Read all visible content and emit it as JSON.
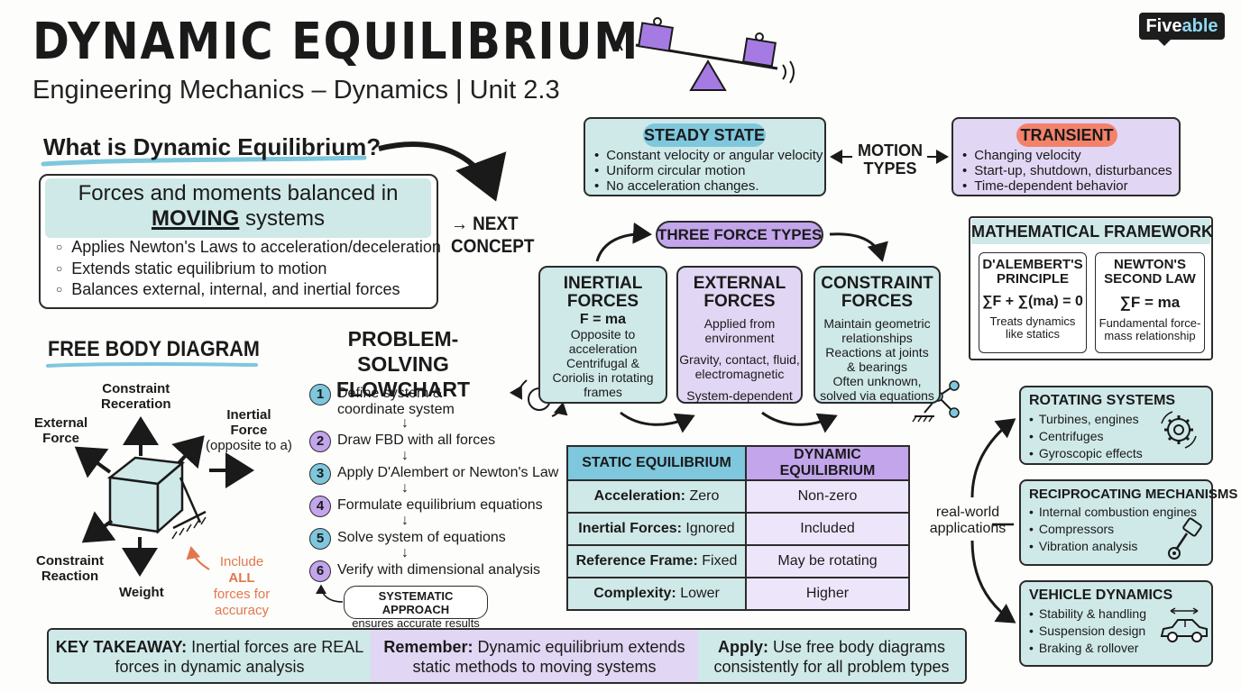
{
  "header": {
    "title": "DYNAMIC EQUILIBRIUM",
    "subtitle": "Engineering Mechanics – Dynamics | Unit 2.3",
    "logo_part1": "Five",
    "logo_part2": "able"
  },
  "what_is": {
    "heading": "What is Dynamic Equilibrium?",
    "line1": "Forces and moments balanced in",
    "line2_bold": "MOVING",
    "line2_rest": " systems",
    "bullets": [
      "Applies Newton's Laws to acceleration/deceleration",
      "Extends static equilibrium to motion",
      "Balances external, internal, and inertial forces"
    ]
  },
  "next_concept": {
    "line1": "→ NEXT",
    "line2": "CONCEPT"
  },
  "motion": {
    "label_line1": "MOTION",
    "label_line2": "TYPES",
    "steady": {
      "title": "STEADY STATE",
      "items": [
        "Constant velocity or angular velocity",
        "Uniform circular motion",
        "No acceleration changes."
      ]
    },
    "transient": {
      "title": "TRANSIENT",
      "items": [
        "Changing velocity",
        "Start-up, shutdown, disturbances",
        "Time-dependent behavior"
      ]
    }
  },
  "force_types": {
    "heading": "THREE FORCE TYPES",
    "inertial": {
      "title1": "INERTIAL",
      "title2": "FORCES",
      "eq": "F = ma",
      "l1": "Opposite to",
      "l2": "acceleration",
      "l3": "Centrifugal &",
      "l4": "Coriolis in rotating",
      "l5": "frames"
    },
    "external": {
      "title1": "EXTERNAL",
      "title2": "FORCES",
      "l1": "Applied from",
      "l2": "environment",
      "l3": "Gravity, contact, fluid,",
      "l4": "electromagnetic",
      "l5": "System-dependent"
    },
    "constraint": {
      "title1": "CONSTRAINT",
      "title2": "FORCES",
      "l1": "Maintain geometric",
      "l2": "relationships",
      "l3": "Reactions at joints",
      "l4": "& bearings",
      "l5": "Often unknown,",
      "l6": "solved via equations"
    }
  },
  "math": {
    "heading": "MATHEMATICAL FRAMEWORK",
    "dalembert": {
      "t1": "D'ALEMBERT'S",
      "t2": "PRINCIPLE",
      "eq": "∑F + ∑(ma) = 0",
      "d1": "Treats dynamics",
      "d2": "like statics"
    },
    "newton": {
      "t1": "NEWTON'S",
      "t2": "SECOND LAW",
      "eq": "∑F = ma",
      "d1": "Fundamental force-",
      "d2": "mass relationship"
    }
  },
  "fbd": {
    "heading": "FREE BODY DIAGRAM",
    "constraint_top1": "Constraint",
    "constraint_top2": "Receration",
    "external1": "External",
    "external2": "Force",
    "inertial1": "Inertial",
    "inertial2": "Force",
    "inertial3": "(opposite to a)",
    "constraint_bottom1": "Constraint",
    "constraint_bottom2": "Reaction",
    "weight": "Weight",
    "note1": "Include ",
    "note_bold": "ALL",
    "note2": "forces for",
    "note3": "accuracy"
  },
  "flowchart": {
    "heading1": "PROBLEM-SOLVING",
    "heading2": "FLOWCHART",
    "steps": [
      {
        "n": "1",
        "l1": "Define system &",
        "l2": "coordinate system"
      },
      {
        "n": "2",
        "l1": "Draw FBD with all forces"
      },
      {
        "n": "3",
        "l1": "Apply D'Alembert or Newton's Law"
      },
      {
        "n": "4",
        "l1": "Formulate equilibrium equations"
      },
      {
        "n": "5",
        "l1": "Solve system of equations"
      },
      {
        "n": "6",
        "l1": "Verify with dimensional analysis"
      }
    ],
    "systematic1": "SYSTEMATIC APPROACH",
    "systematic2": "ensures accurate results"
  },
  "comparison": {
    "head_static": "STATIC EQUILIBRIUM",
    "head_dynamic": "DYNAMIC EQUILIBRIUM",
    "rows": [
      {
        "k": "Acceleration:",
        "s": " Zero",
        "d": "Non-zero"
      },
      {
        "k": "Inertial Forces:",
        "s": " Ignored",
        "d": "Included"
      },
      {
        "k": "Reference Frame:",
        "s": " Fixed",
        "d": "May be rotating"
      },
      {
        "k": "Complexity:",
        "s": " Lower",
        "d": "Higher"
      }
    ]
  },
  "applications": {
    "label1": "real-world",
    "label2": "applications",
    "rotating": {
      "title": "ROTATING SYSTEMS",
      "items": [
        "Turbines, engines",
        "Centrifuges",
        "Gyroscopic effects"
      ]
    },
    "reciprocating": {
      "title": "RECIPROCATING MECHANISMS",
      "items": [
        "Internal combustion engines",
        "Compressors",
        "Vibration analysis"
      ]
    },
    "vehicle": {
      "title": "VEHICLE DYNAMICS",
      "items": [
        "Stability & handling",
        "Suspension design",
        "Braking & rollover"
      ]
    }
  },
  "takeaway": {
    "c1_bold": "KEY TAKEAWAY:",
    "c1_a": " Inertial forces are REAL",
    "c1_b": "forces in dynamic analysis",
    "c2_bold": "Remember:",
    "c2_a": " Dynamic equilibrium extends",
    "c2_b": "static methods to moving systems",
    "c3_bold": "Apply:",
    "c3_a": " Use free body diagrams",
    "c3_b": "consistently for all problem types"
  },
  "colors": {
    "teal": "#cfe9e8",
    "teal_dark": "#7ec7dd",
    "purple": "#e1d6f3",
    "purple_dark": "#c3a5ec",
    "coral": "#f3826a",
    "orange_note": "#e2774e"
  }
}
